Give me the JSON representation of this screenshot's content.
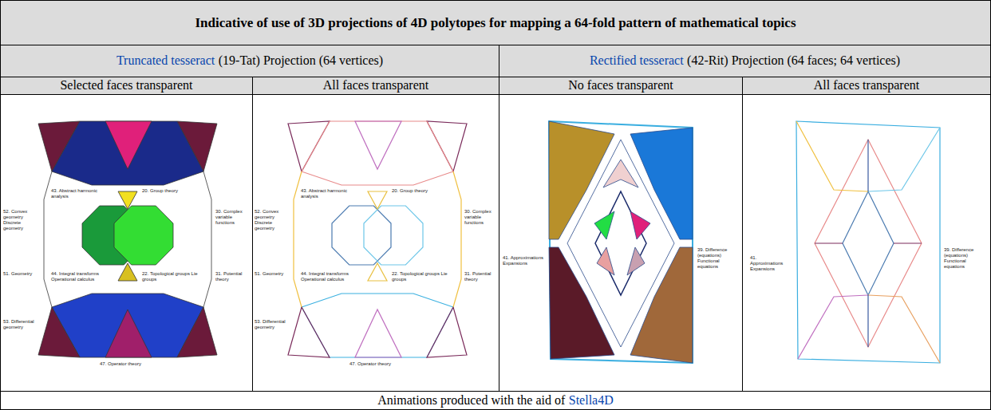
{
  "diagram": {
    "title": "Indicative of use of 3D projections of 4D polytopes for mapping a 64-fold pattern of mathematical topics",
    "caption": "Animations produced with the aid of",
    "labels": [
      "Truncated tesseract",
      "(19-Tat) Projection (64 vertices)",
      "Rectified tesseract",
      "(42-Rit) Projection (64 faces; 64 vertices)",
      "Selected faces transparent",
      "All faces transparent",
      "No faces transparent",
      "All faces transparent",
      "52. Convex geometry Discrete geometry",
      "51. Geometry",
      "43. Abstract harmonic analysis",
      "44. Integral transforms Operational calculus",
      "20. Group theory",
      "22. Topological groups Lie groups",
      "30. Complex variable functions",
      "31. Potential theory",
      "53. Differential geometry",
      "47. Operator theory",
      "52. Convex geometry Discrete geometry",
      "51. Geometry",
      "43. Abstract harmonic analysis",
      "44. Integral transforms Operational calculus",
      "20. Group theory",
      "22. Topological groups Lie groups",
      "30. Complex variable functions",
      "31. Potential theory",
      "53. Differential geometry",
      "47. Operator theory",
      "41. Approximations Expansions",
      "39. Difference (equations) Functional equations",
      "41. Approximations Expansions",
      "39. Difference (equations) Functional equations",
      "Stella4D"
    ]
  }
}
